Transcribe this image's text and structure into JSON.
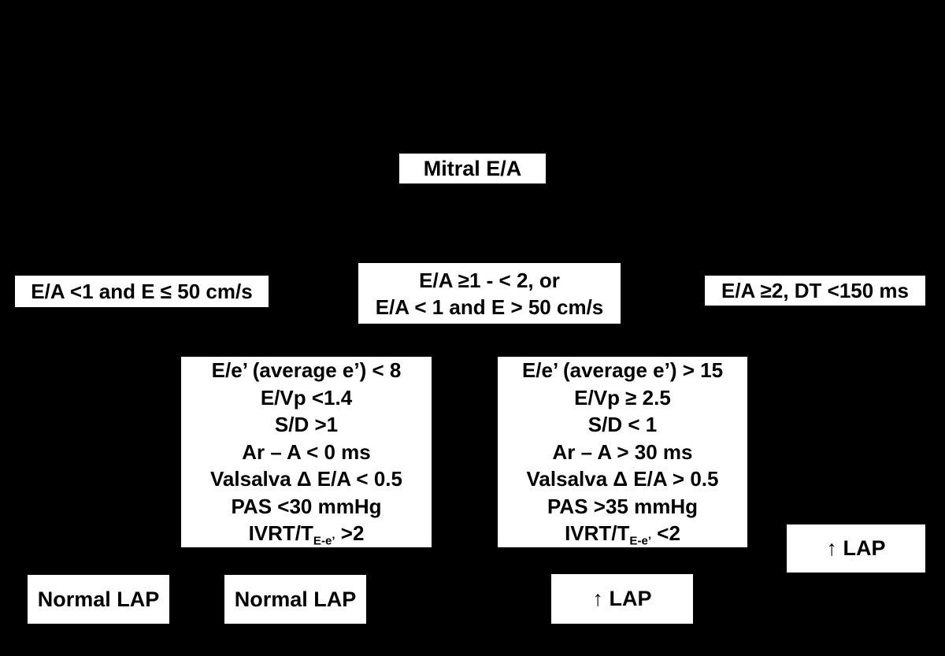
{
  "colors": {
    "background": "#000000",
    "box_fill": "#ffffff",
    "box_border": "#000000",
    "text": "#000000"
  },
  "flowchart": {
    "root": {
      "label": "Mitral E/A"
    },
    "branch_left": {
      "label": "E/A <1 and E ≤ 50 cm/s"
    },
    "branch_center": {
      "line1": "E/A ≥1 - < 2, or",
      "line2": "E/A < 1 and E > 50 cm/s"
    },
    "branch_right": {
      "label": "E/A ≥2, DT <150 ms"
    },
    "criteria_left": {
      "lines": [
        "E/e’ (average e’) < 8",
        "E/Vp <1.4",
        "S/D >1",
        "Ar – A < 0 ms",
        "Valsalva Δ E/A < 0.5",
        "PAS <30 mmHg"
      ],
      "sub_line": {
        "pre": "IVRT/T",
        "sub": "E-e’",
        "post": " >2"
      }
    },
    "criteria_right": {
      "lines": [
        "E/e’ (average e’) > 15",
        "E/Vp ≥ 2.5",
        "S/D < 1",
        "Ar – A > 30 ms",
        "Valsalva Δ E/A > 0.5",
        "PAS >35 mmHg"
      ],
      "sub_line": {
        "pre": "IVRT/T",
        "sub": "E-e’",
        "post": " <2"
      }
    },
    "outcome_lap_right": {
      "label": "↑ LAP"
    },
    "outcome_normal_lap_1": {
      "label": "Normal LAP"
    },
    "outcome_normal_lap_2": {
      "label": "Normal LAP"
    },
    "outcome_lap_bottom": {
      "label": "↑ LAP"
    }
  }
}
